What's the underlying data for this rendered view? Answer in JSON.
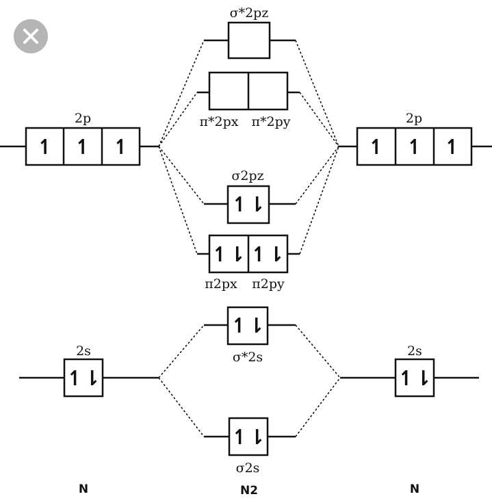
{
  "labels": {
    "left_2p": "2p",
    "right_2p": "2p",
    "sigma_star_2pz": "σ*2pz",
    "pi_star_2px": "π*2px",
    "pi_star_2py": "π*2py",
    "sigma_2pz": "σ2pz",
    "pi_2px": "π2px",
    "pi_2py": "π2py",
    "left_2s": "2s",
    "right_2s": "2s",
    "sigma_star_2s": "σ*2s",
    "sigma_2s": "σ2s",
    "atom_left": "N",
    "atom_right": "N",
    "molecule": "N2"
  },
  "orbitals": {
    "left_2p": [
      "↿",
      "↿",
      "↿"
    ],
    "right_2p": [
      "↿",
      "↿",
      "↿"
    ],
    "sigma_star_2pz": [
      ""
    ],
    "pi_star_2p": [
      "",
      ""
    ],
    "sigma_2pz": [
      "↿⇂"
    ],
    "pi_2p": [
      "↿⇂",
      "↿⇂"
    ],
    "left_2s": [
      "↿⇂"
    ],
    "right_2s": [
      "↿⇂"
    ],
    "sigma_star_2s": [
      "↿⇂"
    ],
    "sigma_2s": [
      "↿⇂"
    ]
  },
  "icons": {
    "close": "close-icon"
  },
  "colors": {
    "line": "#111111",
    "close_bg": "#b5b5b5"
  }
}
